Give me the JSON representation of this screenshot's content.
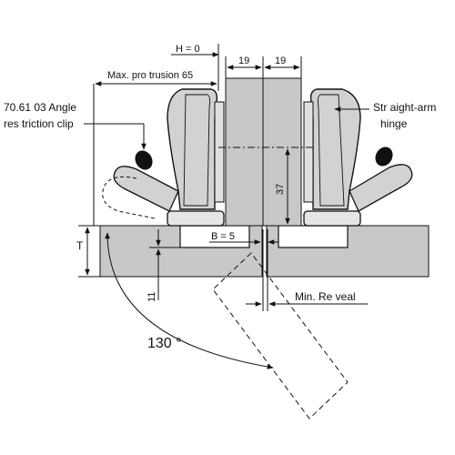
{
  "labels": {
    "h_zero": "H = 0",
    "gap_left": "19",
    "gap_right": "19",
    "max_protrusion": "Max. pro trusion 65",
    "clip_line1": "70.61 03  Angle",
    "clip_line2": "res triction clip",
    "hinge_line1": "Str aight-arm",
    "hinge_line2": "hinge",
    "depth_37": "37",
    "b_value": "B = 5",
    "thickness_t": "T",
    "offset_11": "11",
    "min_reveal": "Min. Re  veal",
    "angle": "130 °"
  },
  "colors": {
    "panel": "#c8c8c8",
    "hinge_body": "#d2d2d2",
    "outline": "#111111",
    "knob": "#111111"
  }
}
